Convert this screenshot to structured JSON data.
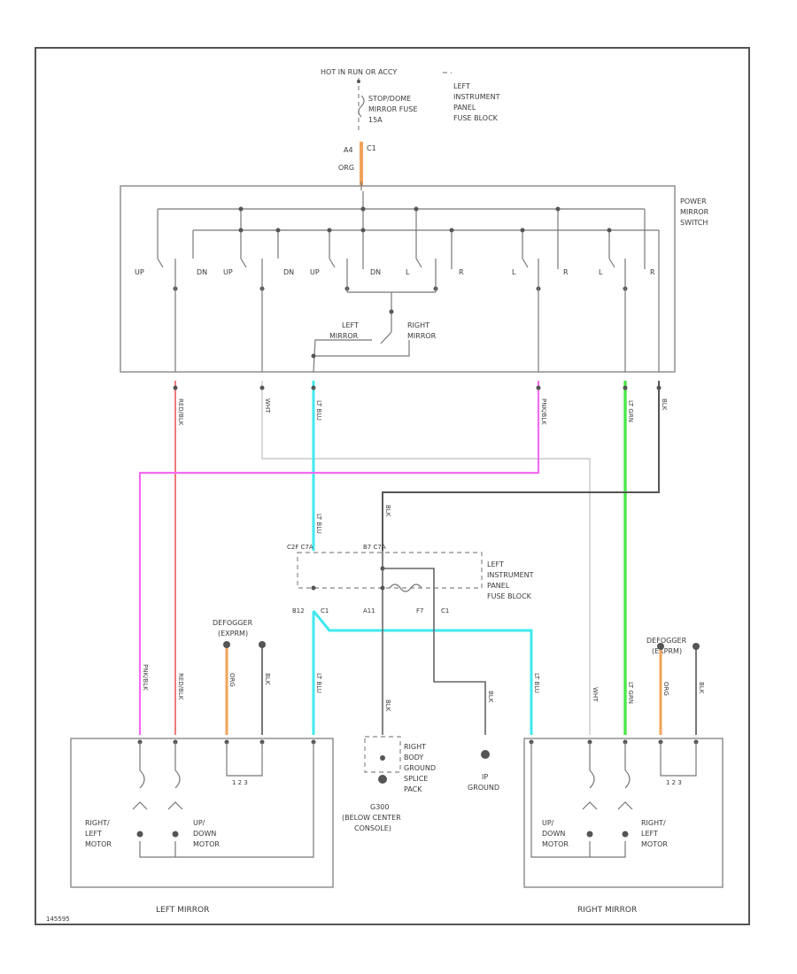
{
  "power": {
    "hot_label": "HOT IN RUN OR ACCY",
    "fuse_line1": "STOP/DOME",
    "fuse_line2": "MIRROR FUSE",
    "fuse_line3": "15A",
    "block_label": [
      "LEFT",
      "INSTRUMENT",
      "PANEL",
      "FUSE BLOCK"
    ],
    "conn_c1": "C1",
    "pin_a": "A4",
    "wire_org": "ORG"
  },
  "switch": {
    "label": [
      "POWER",
      "MIRROR",
      "SWITCH"
    ],
    "contacts": [
      "UP",
      "DN",
      "UP",
      "DN",
      "UP",
      "DN",
      "L",
      "R",
      "L",
      "R",
      "L",
      "R"
    ],
    "left_mirror": [
      "LEFT",
      "MIRROR"
    ],
    "right_mirror": [
      "RIGHT",
      "MIRROR"
    ]
  },
  "wires": {
    "red_blk": "RED/BLK",
    "wht": "WHT",
    "lt_blu": "LT BLU",
    "pnk_blk": "PNK/BLK",
    "lt_grn": "LT GRN",
    "blk": "BLK",
    "org": "ORG"
  },
  "splice": {
    "c1": "C2F  C7A",
    "c2": "B7  C7A",
    "b12": "B12",
    "c1b": "C1",
    "a11": "A11",
    "f7": "F7",
    "c1c": "C1",
    "block_label": [
      "LEFT",
      "INSTRUMENT",
      "PANEL",
      "FUSE BLOCK"
    ]
  },
  "defogger": {
    "left": [
      "DEFOGGER",
      "(EXPRM)"
    ],
    "right": [
      "DEFOGGER",
      "(EXPRM)"
    ]
  },
  "ground": {
    "splice_label": [
      "RIGHT",
      "BODY",
      "GROUND",
      "SPLICE",
      "PACK"
    ],
    "g300": "G300",
    "g300_note": [
      "(BELOW CENTER",
      "CONSOLE)"
    ],
    "ip_ground": [
      "IP",
      "GROUND"
    ]
  },
  "left_mirror": {
    "title": "LEFT MIRROR",
    "motor1": [
      "RIGHT/",
      "LEFT",
      "MOTOR"
    ],
    "motor2": [
      "UP/",
      "DOWN",
      "MOTOR"
    ]
  },
  "right_mirror": {
    "title": "RIGHT MIRROR",
    "motor1": [
      "UP/",
      "DOWN",
      "MOTOR"
    ],
    "motor2": [
      "RIGHT/",
      "LEFT",
      "MOTOR"
    ]
  },
  "footer_code": "145595",
  "colors": {
    "orange": "#f2a35a",
    "pink": "#f26cf0",
    "red": "#f07a7a",
    "cyan": "#3fe9ee",
    "green": "#49e84a",
    "dark": "#555555",
    "light_gray": "#bbbbbb"
  }
}
